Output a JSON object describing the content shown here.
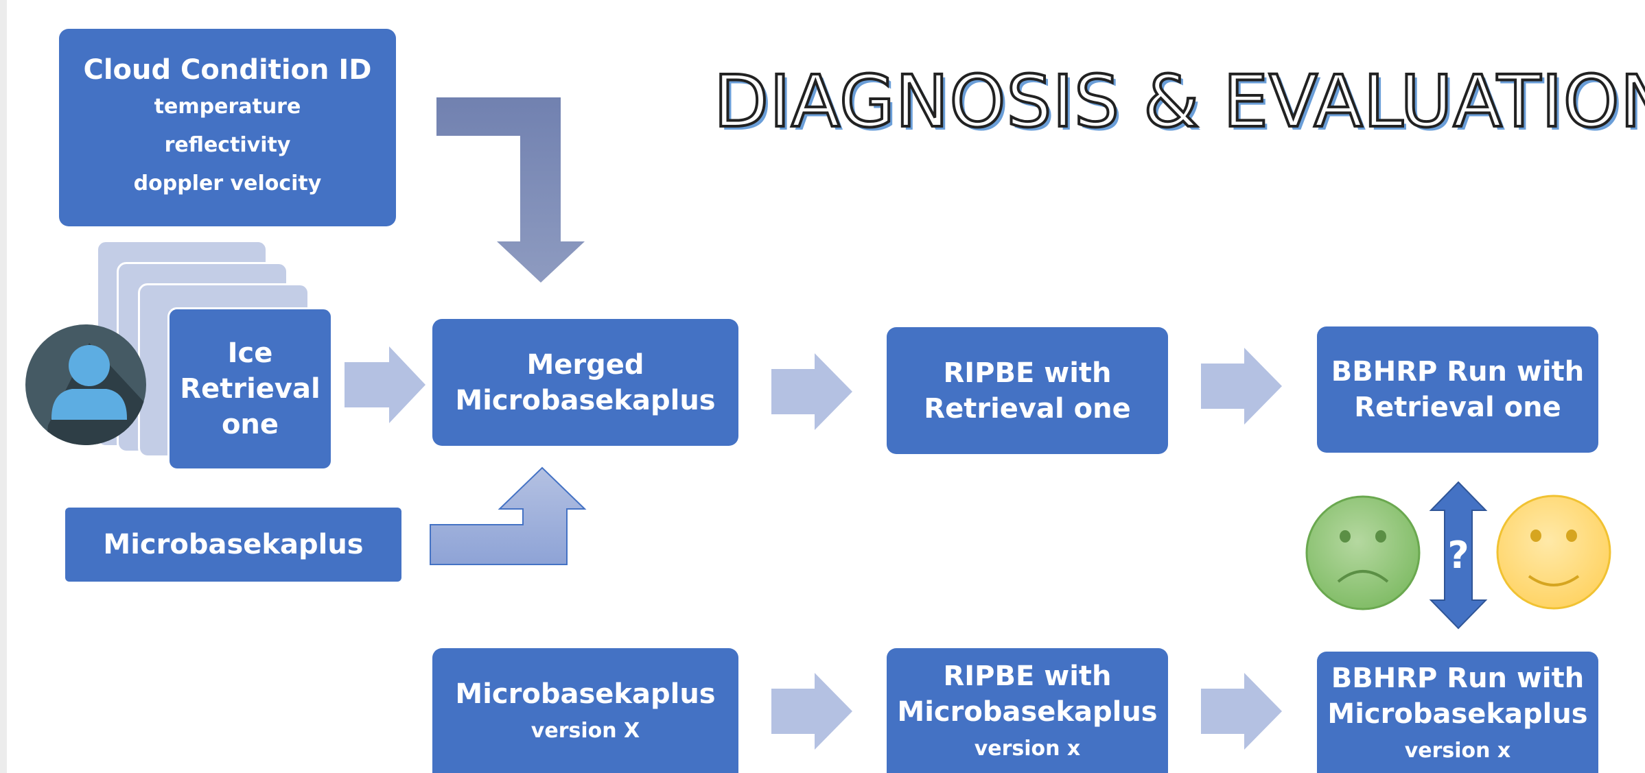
{
  "title": "DIAGNOSIS & EVALUATION",
  "cloud_box": {
    "heading": "Cloud Condition ID",
    "items": [
      "temperature",
      "reflectivity",
      "doppler velocity"
    ]
  },
  "ice_box": {
    "lines": [
      "Ice",
      "Retrieval",
      "one"
    ]
  },
  "microbase_box": {
    "label": "Microbasekaplus"
  },
  "merged_box": {
    "lines": [
      "Merged",
      "Microbasekaplus"
    ]
  },
  "ripbe_retrieval_box": {
    "lines": [
      "RIPBE with",
      "Retrieval one"
    ]
  },
  "bbhrp_retrieval_box": {
    "lines": [
      "BBHRP Run with",
      "Retrieval one"
    ]
  },
  "microbase_version_box": {
    "label": "Microbasekaplus",
    "version": "version X"
  },
  "ripbe_microbase_box": {
    "lines": [
      "RIPBE with",
      "Microbasekaplus"
    ],
    "version": "version x"
  },
  "bbhrp_microbase_box": {
    "lines": [
      "BBHRP Run with",
      "Microbasekaplus"
    ],
    "version": "version x"
  },
  "compare_symbol": "?",
  "icons": [
    "user-avatar-icon",
    "sad-face-icon",
    "happy-face-icon"
  ],
  "colors": {
    "box_blue": "#4472c4",
    "arrow_light": "#b4c1e2",
    "arrow_gray": "#7a89b3",
    "sad_green": "#93c47d",
    "happy_yellow": "#ffd966"
  }
}
